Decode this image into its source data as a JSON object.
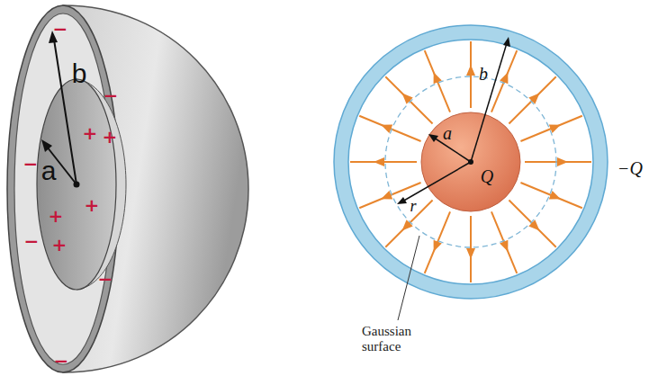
{
  "diagram": {
    "nodes": [
      {
        "text": [
          "Q"
        ]
      }
    ],
    "labels": [
      "b",
      "a",
      "+",
      "+",
      "+",
      "+",
      "+",
      "−",
      "−",
      "−",
      "−",
      "−",
      "−",
      "b",
      "a",
      "r",
      "−Q",
      "Gaussian surface"
    ]
  }
}
